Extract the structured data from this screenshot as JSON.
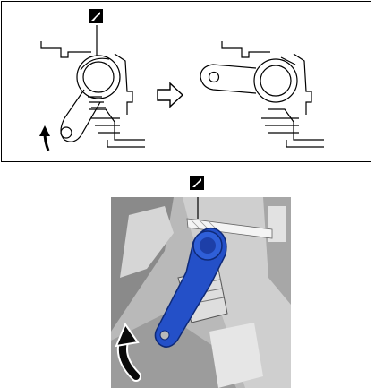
{
  "diagram": {
    "step_before": {
      "lever_position": "down",
      "rotation_arrow": "up"
    },
    "step_arrow": "hollow-right-arrow",
    "step_after": {
      "lever_position": "left"
    },
    "callout_symbol": "pliers-tag-icon"
  },
  "photo": {
    "lever_color": "#2450c8",
    "rotation_arrow_color": "#0a0a0a",
    "callout_symbol": "pliers-tag-icon"
  }
}
